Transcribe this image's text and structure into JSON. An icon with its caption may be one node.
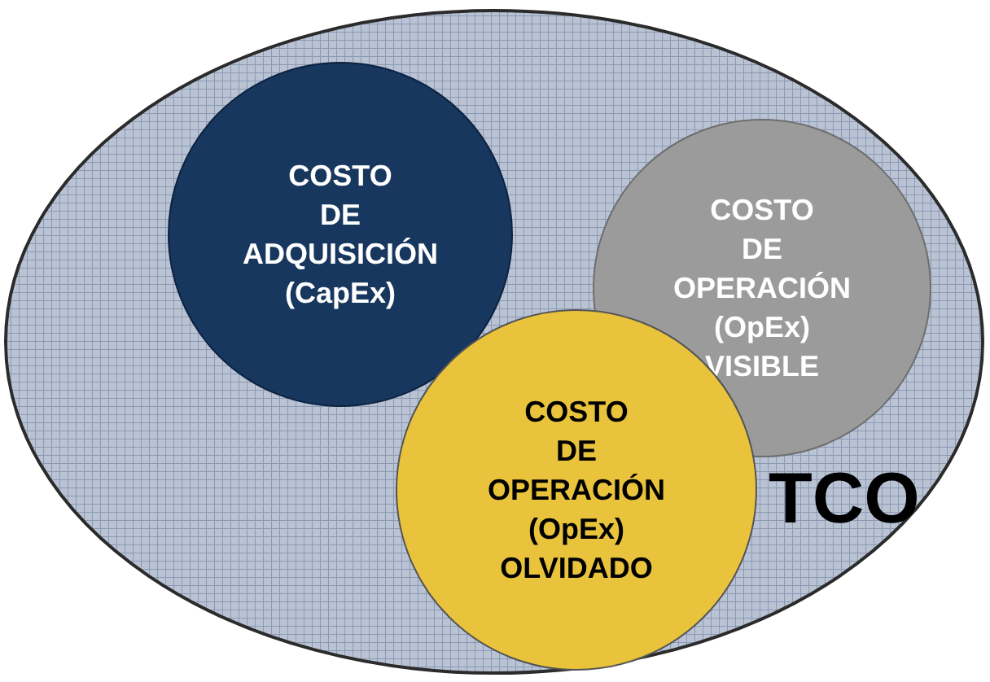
{
  "diagram": {
    "nodes": [
      {
        "text": [
          "TCO"
        ]
      },
      {
        "text": [
          "COSTO DE ADQUISICIÓN (CapEx)"
        ],
        "in": 0
      },
      {
        "text": [
          "COSTO DE OPERACIÓN (OpEx) VISIBLE"
        ],
        "in": 0
      },
      {
        "text": [
          "COSTO DE OPERACIÓN (OpEx) OLVIDADO"
        ],
        "in": 0
      }
    ]
  }
}
